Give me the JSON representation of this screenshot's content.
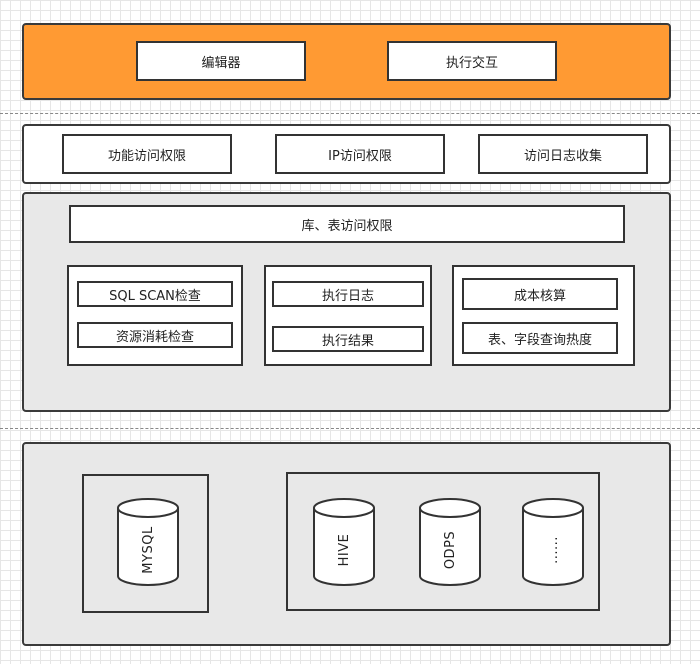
{
  "top_layer": {
    "editor_label": "编辑器",
    "execute_interaction_label": "执行交互"
  },
  "access_layer": {
    "function_access_label": "功能访问权限",
    "ip_access_label": "IP访问权限",
    "access_log_label": "访问日志收集"
  },
  "middle_layer": {
    "db_table_access_label": "库、表访问权限",
    "checks": [
      "SQL SCAN检查",
      "资源消耗检查"
    ],
    "execution": [
      "执行日志",
      "执行结果"
    ],
    "cost": [
      "成本核算",
      "表、字段查询热度"
    ]
  },
  "storage_layer": {
    "mysql_label": "MYSQL",
    "hive_label": "HIVE",
    "odps_label": "ODPS",
    "more_label": "......"
  },
  "colors": {
    "top_layer_fill": "#ff9a33",
    "panel_gray": "#e8e8e8",
    "border": "#333333"
  }
}
